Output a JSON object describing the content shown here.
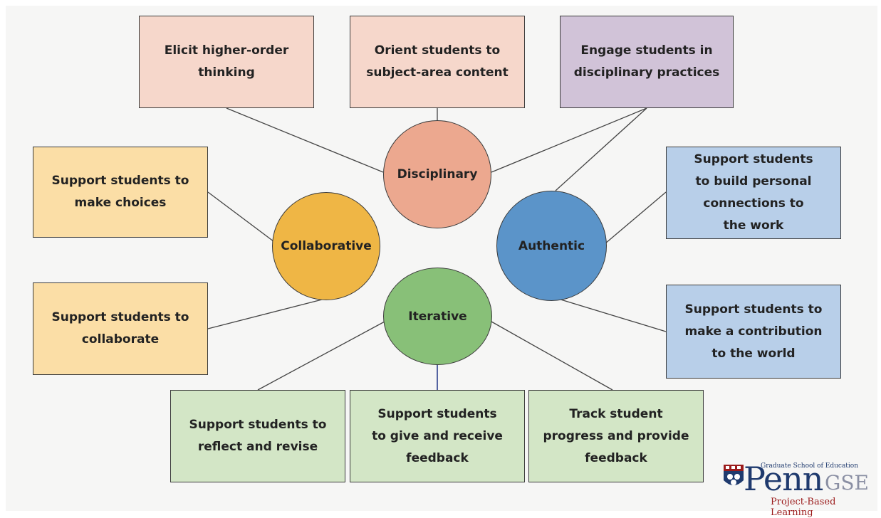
{
  "hubs": {
    "disciplinary": "Disciplinary",
    "collaborative": "Collaborative",
    "authentic": "Authentic",
    "iterative": "Iterative"
  },
  "boxes": {
    "higher_order": "Elicit higher-order\nthinking",
    "orient": "Orient students to\nsubject-area content",
    "engage": "Engage students in\ndisciplinary practices",
    "choices": "Support students to\nmake choices",
    "collaborate": "Support students to\ncollaborate",
    "personal": "Support students\nto build personal\nconnections to\nthe work",
    "contribution": "Support students to\nmake a contribution\nto the world",
    "reflect": "Support students to\nreflect and revise",
    "feedback": "Support students\nto give and receive\nfeedback",
    "track": "Track student\nprogress and provide\nfeedback"
  },
  "logo": {
    "subtitle": "Graduate School of Education",
    "penn": "Penn",
    "gse": "GSE",
    "tagline": "Project-Based Learning"
  },
  "colors": {
    "disciplinary": "#eca88f",
    "collaborative": "#efb645",
    "authentic": "#5b94c9",
    "iterative": "#88c078",
    "pink_box": "#f6d7cb",
    "purple_box": "#d1c3d8",
    "orange_box": "#fbdea6",
    "blue_box": "#b8cfe9",
    "green_box": "#d3e6c6",
    "connector": "#444444",
    "connector_blue": "#2c3e8c"
  }
}
